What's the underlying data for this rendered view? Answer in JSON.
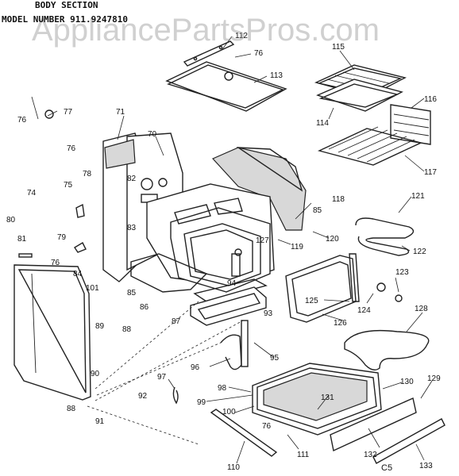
{
  "header": {
    "section_title": "BODY SECTION",
    "model_line": "MODEL NUMBER    911.9247810"
  },
  "watermark": "AppliancePartsPros.com",
  "page_code": "C5",
  "callouts": [
    "76",
    "77",
    "71",
    "70",
    "76",
    "78",
    "74",
    "75",
    "82",
    "80",
    "79",
    "81",
    "83",
    "76",
    "101",
    "84",
    "85",
    "86",
    "88",
    "89",
    "87",
    "90",
    "88",
    "91",
    "92",
    "93",
    "94",
    "127",
    "119",
    "118",
    "120",
    "85",
    "115",
    "116",
    "117",
    "114",
    "113",
    "112",
    "76",
    "121",
    "122",
    "123",
    "125",
    "124",
    "126",
    "128",
    "95",
    "96",
    "97",
    "98",
    "99",
    "100",
    "131",
    "130",
    "129",
    "110",
    "76",
    "111",
    "132",
    "133"
  ]
}
